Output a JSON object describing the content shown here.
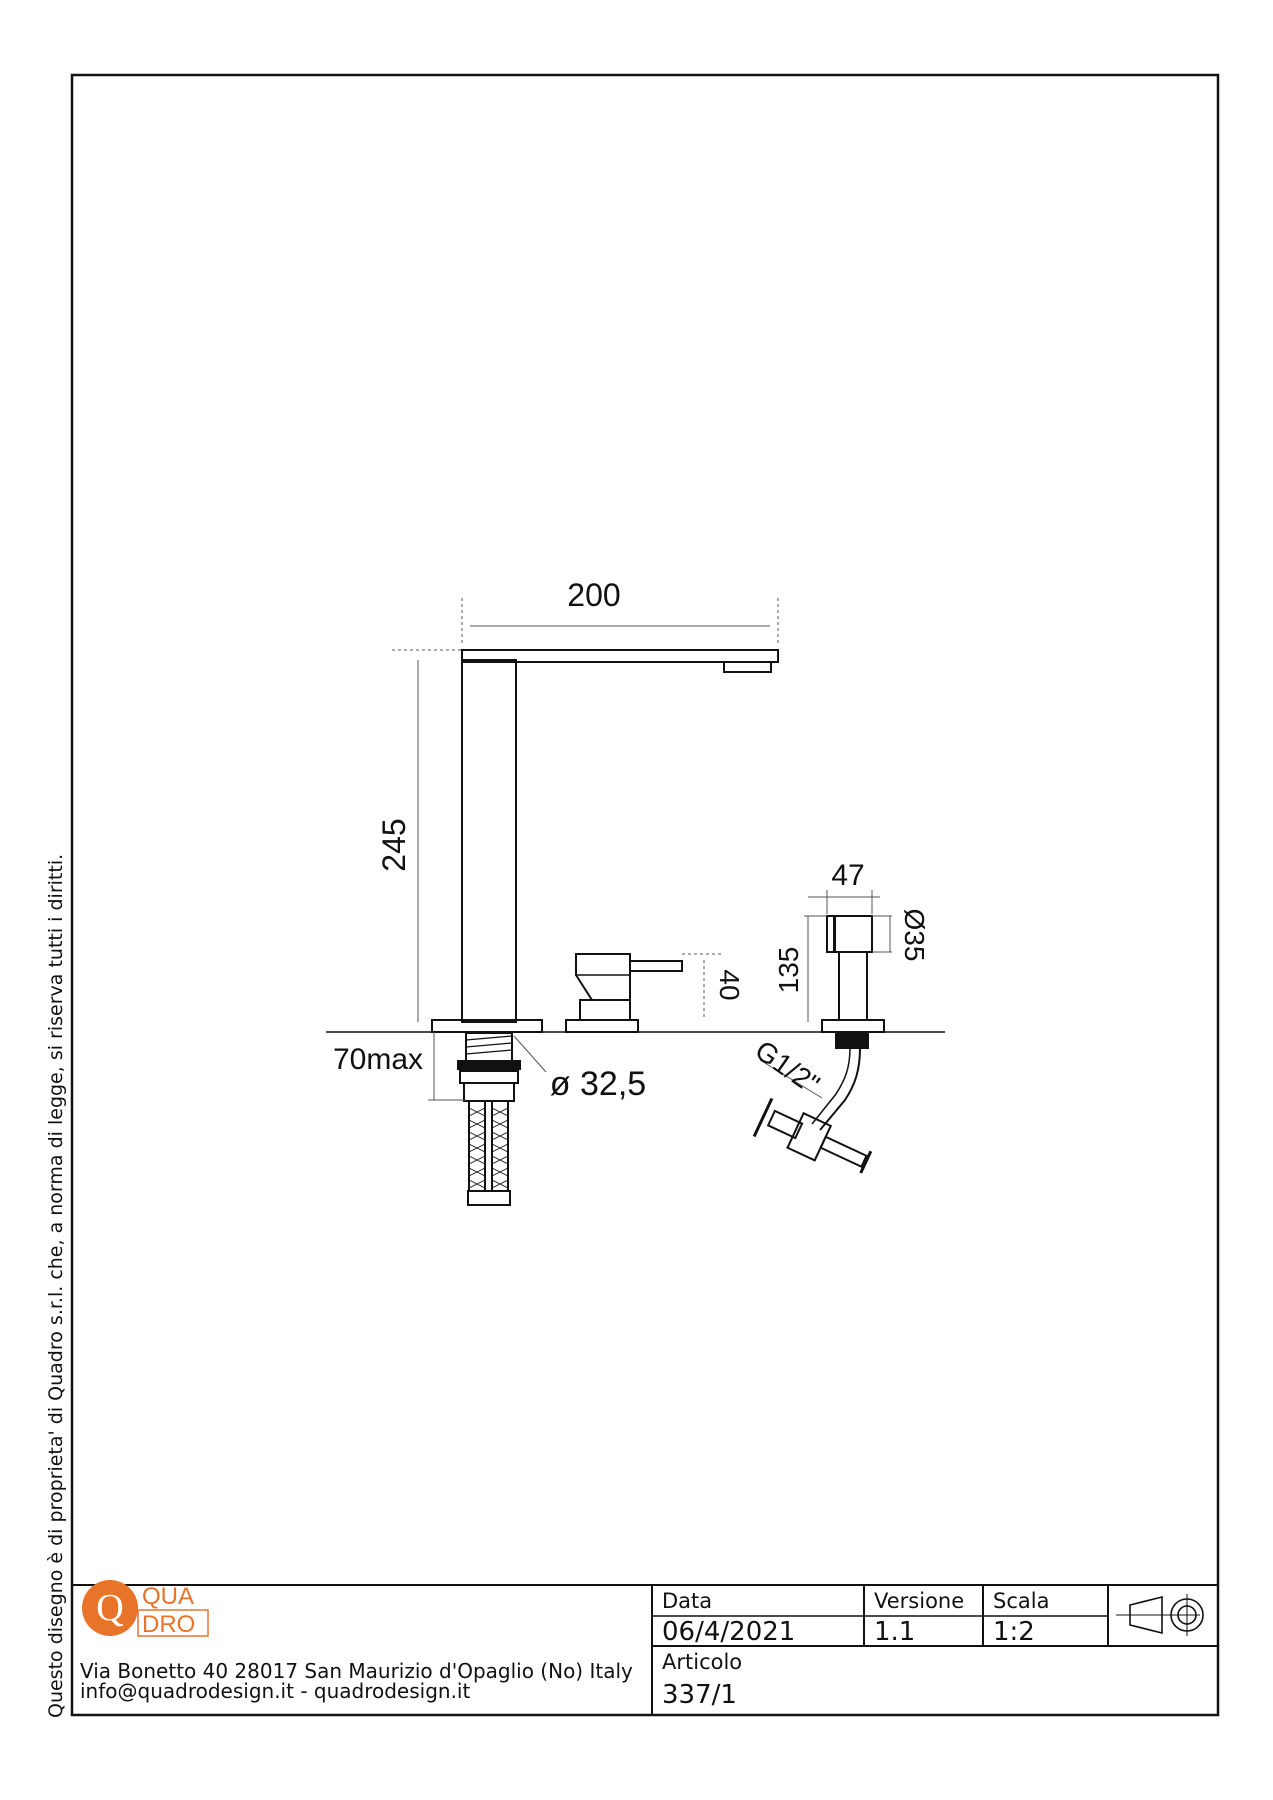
{
  "drawing": {
    "dimensions": {
      "spout_length": "200",
      "height": "245",
      "mixer_height": "40",
      "shower_width": "47",
      "shower_diameter": "Ø35",
      "shower_height": "135",
      "max_thickness": "70max",
      "hole_diameter": "ø 32,5",
      "thread": "G1/2\""
    }
  },
  "side_note": "Questo disegno è di proprieta' di Quadro s.r.l. che, a norma di legge, si riserva tutti i diritti.",
  "title_block": {
    "logo": {
      "letter": "Q",
      "line1": "QUA",
      "line2": "DRO",
      "color": "#e8742a"
    },
    "address_line1": "Via Bonetto 40  28017 San Maurizio d'Opaglio (No) Italy",
    "address_line2": "info@quadrodesign.it  -  quadrodesign.it",
    "date_label": "Data",
    "date_value": "06/4/2021",
    "version_label": "Versione",
    "version_value": "1.1",
    "scale_label": "Scala",
    "scale_value": "1:2",
    "article_label": "Articolo",
    "article_value": "337/1"
  }
}
